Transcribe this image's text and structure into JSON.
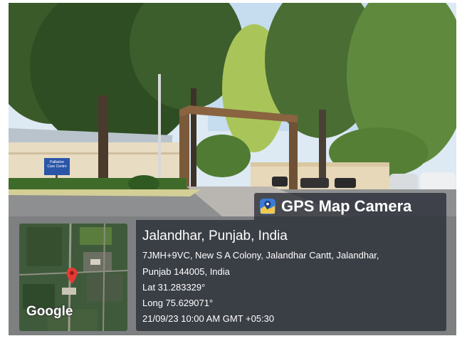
{
  "photo": {
    "sign_text": "Palliative Care Centre"
  },
  "badge": {
    "icon": "gps-map-pin-icon",
    "title": "GPS Map Camera"
  },
  "map_thumbnail": {
    "logo_text": "Google",
    "marker_icon": "map-marker-icon",
    "marker_color": "#e53935"
  },
  "location": {
    "title": "Jalandhar, Punjab, India",
    "address_line1": "7JMH+9VC, New S A Colony, Jalandhar Cantt, Jalandhar,",
    "address_line2": "Punjab 144005, India",
    "latitude": "Lat 31.283329°",
    "longitude": "Long 75.629071°",
    "timestamp": "21/09/23 10:00 AM GMT +05:30"
  }
}
